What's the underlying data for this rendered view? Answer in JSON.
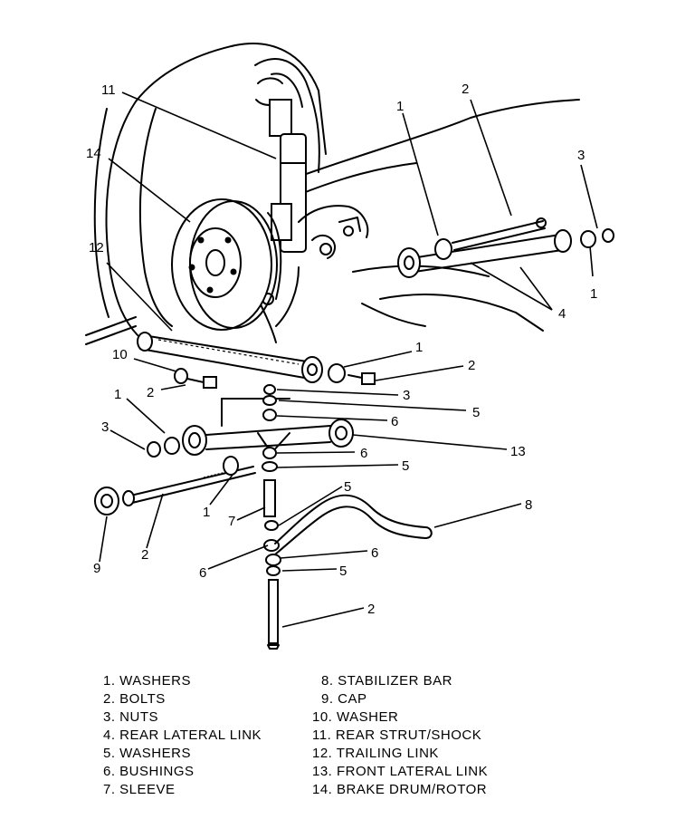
{
  "callouts": [
    {
      "id": "c11",
      "text": "11"
    },
    {
      "id": "c14",
      "text": "14"
    },
    {
      "id": "c12",
      "text": "12"
    },
    {
      "id": "c2a",
      "text": "2"
    },
    {
      "id": "c1a",
      "text": "1"
    },
    {
      "id": "c3a",
      "text": "3"
    },
    {
      "id": "c1b",
      "text": "1"
    },
    {
      "id": "c4",
      "text": "4"
    },
    {
      "id": "c10",
      "text": "10"
    },
    {
      "id": "c2b",
      "text": "2"
    },
    {
      "id": "c1c",
      "text": "1"
    },
    {
      "id": "c2c",
      "text": "2"
    },
    {
      "id": "c1d",
      "text": "1"
    },
    {
      "id": "c3b",
      "text": "3"
    },
    {
      "id": "c3c",
      "text": "3"
    },
    {
      "id": "c5a",
      "text": "5"
    },
    {
      "id": "c6a",
      "text": "6"
    },
    {
      "id": "c13",
      "text": "13"
    },
    {
      "id": "c6b",
      "text": "6"
    },
    {
      "id": "c5b",
      "text": "5"
    },
    {
      "id": "c1e",
      "text": "1"
    },
    {
      "id": "c7",
      "text": "7"
    },
    {
      "id": "c5c",
      "text": "5"
    },
    {
      "id": "c8",
      "text": "8"
    },
    {
      "id": "c9",
      "text": "9"
    },
    {
      "id": "c2d",
      "text": "2"
    },
    {
      "id": "c6c",
      "text": "6"
    },
    {
      "id": "c6d",
      "text": "6"
    },
    {
      "id": "c5d",
      "text": "5"
    },
    {
      "id": "c2e",
      "text": "2"
    }
  ],
  "legend": {
    "left": [
      "1. WASHERS",
      "2. BOLTS",
      "3. NUTS",
      "4. REAR LATERAL LINK",
      "5. WASHERS",
      "6. BUSHINGS",
      "7. SLEEVE"
    ],
    "right": [
      "8. STABILIZER BAR",
      "9. CAP",
      "10. WASHER",
      "11. REAR STRUT/SHOCK",
      "12. TRAILING LINK",
      "13. FRONT LATERAL LINK",
      "14. BRAKE DRUM/ROTOR"
    ]
  }
}
